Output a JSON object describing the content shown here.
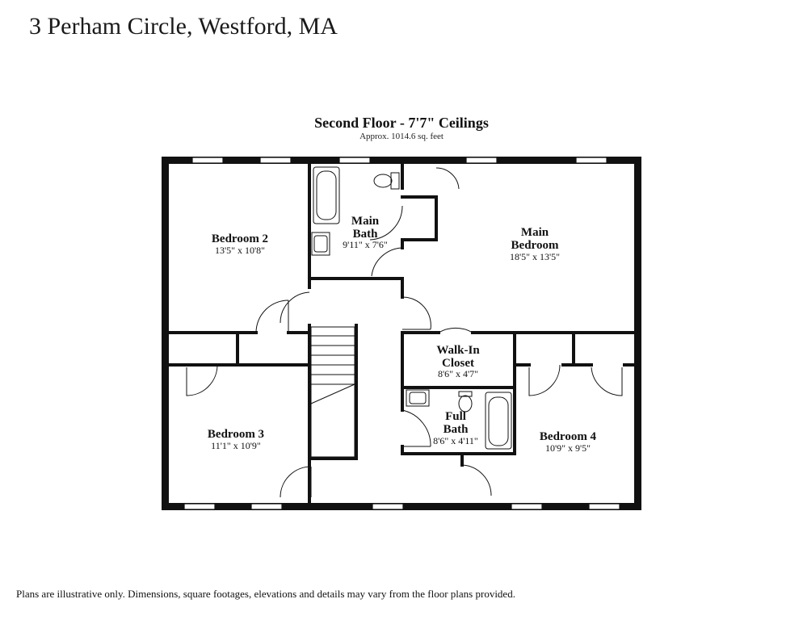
{
  "address": "3 Perham Circle, Westford, MA",
  "floor": {
    "title": "Second Floor - 7'7\" Ceilings",
    "area": "Approx. 1014.6 sq. feet"
  },
  "rooms": {
    "bedroom2": {
      "name": "Bedroom 2",
      "dims": "13'5\" x 10'8\""
    },
    "main_bath": {
      "name_line1": "Main",
      "name_line2": "Bath",
      "dims": "9'11\" x 7'6\""
    },
    "main_bedroom": {
      "name_line1": "Main",
      "name_line2": "Bedroom",
      "dims": "18'5\" x 13'5\""
    },
    "walk_in_closet": {
      "name_line1": "Walk-In",
      "name_line2": "Closet",
      "dims": "8'6\" x 4'7\""
    },
    "full_bath": {
      "name_line1": "Full",
      "name_line2": "Bath",
      "dims": "8'6\" x 4'11\""
    },
    "bedroom3": {
      "name": "Bedroom 3",
      "dims": "11'1\" x 10'9\""
    },
    "bedroom4": {
      "name": "Bedroom 4",
      "dims": "10'9\" x 9'5\""
    }
  },
  "disclaimer": "Plans are illustrative only. Dimensions, square footages, elevations and details may vary from the floor plans provided."
}
